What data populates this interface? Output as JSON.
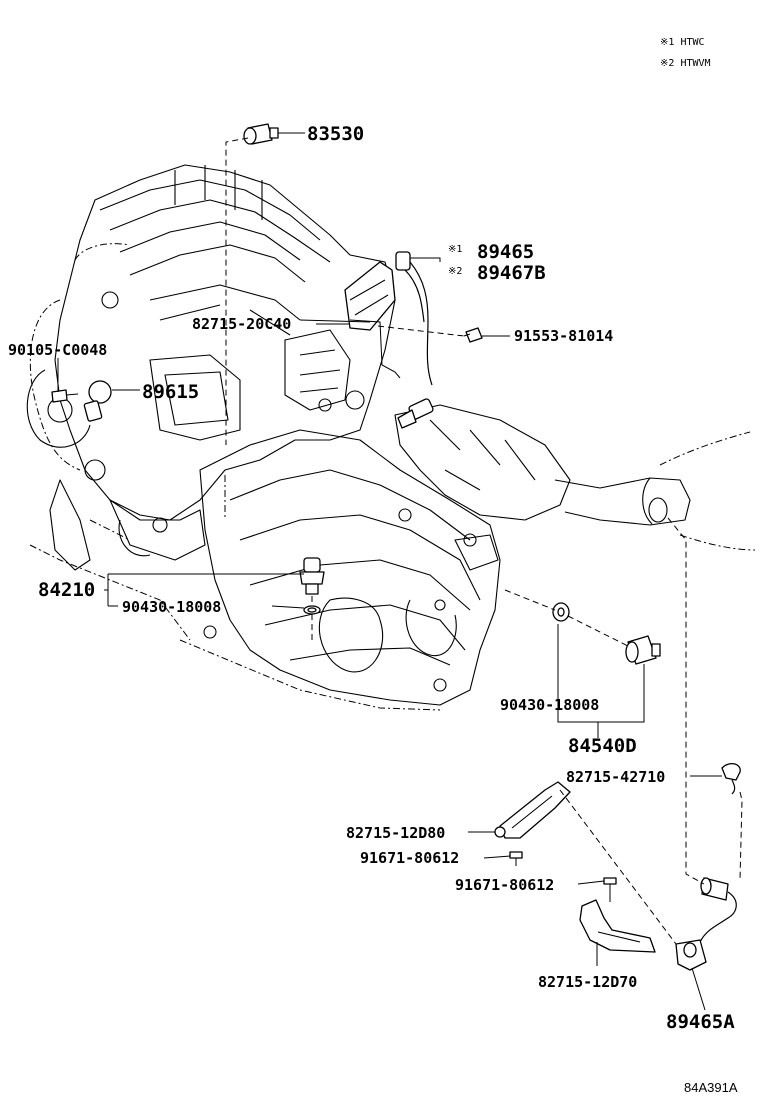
{
  "notes": [
    {
      "mark": "※1",
      "text": "HTWC"
    },
    {
      "mark": "※2",
      "text": "HTWVM"
    }
  ],
  "parts": {
    "p83530": "83530",
    "p89465_mark": "※1",
    "p89465": "89465",
    "p89467b_mark": "※2",
    "p89467b": "89467B",
    "p82715_20c40": "82715-20C40",
    "p91553_81014": "91553-81014",
    "p90105_c0048": "90105-C0048",
    "p89615": "89615",
    "p84210": "84210",
    "p90430_a": "90430-18008",
    "p90430_b": "90430-18008",
    "p84540d": "84540D",
    "p82715_42710": "82715-42710",
    "p82715_12d80": "82715-12D80",
    "p91671_a": "91671-80612",
    "p91671_b": "91671-80612",
    "p82715_12d70": "82715-12D70",
    "p89465a": "89465A"
  },
  "diagram_code": "84A391A"
}
